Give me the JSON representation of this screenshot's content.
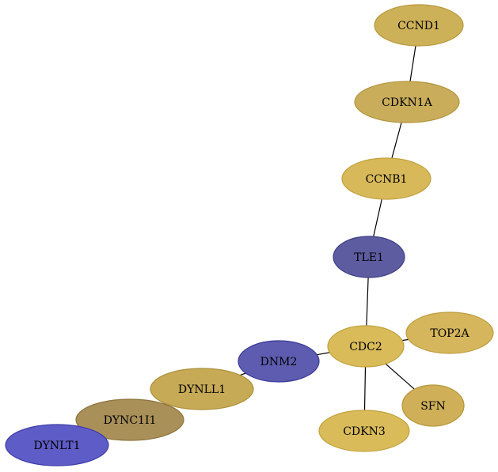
{
  "graph": {
    "nodes": [
      {
        "id": "CCND1",
        "label": "CCND1",
        "color": "#cdb158",
        "stroke": "#b7993c"
      },
      {
        "id": "CDKN1A",
        "label": "CDKN1A",
        "color": "#c9ad5a",
        "stroke": "#b29540"
      },
      {
        "id": "CCNB1",
        "label": "CCNB1",
        "color": "#d8b95a",
        "stroke": "#c1a03d"
      },
      {
        "id": "TLE1",
        "label": "TLE1",
        "color": "#5d5ca0",
        "stroke": "#3f3e86"
      },
      {
        "id": "CDC2",
        "label": "CDC2",
        "color": "#d9bb5a",
        "stroke": "#c1a23d"
      },
      {
        "id": "TOP2A",
        "label": "TOP2A",
        "color": "#d6b65c",
        "stroke": "#be9d3f"
      },
      {
        "id": "SFN",
        "label": "SFN",
        "color": "#cfb058",
        "stroke": "#b7973c"
      },
      {
        "id": "CDKN3",
        "label": "CDKN3",
        "color": "#d9bb5a",
        "stroke": "#c1a23d"
      },
      {
        "id": "DNM2",
        "label": "DNM2",
        "color": "#5d5cb0",
        "stroke": "#3b3a96"
      },
      {
        "id": "DYNLL1",
        "label": "DYNLL1",
        "color": "#c7aa56",
        "stroke": "#ad903b"
      },
      {
        "id": "DYNC1I1",
        "label": "DYNC1I1",
        "color": "#a98f58",
        "stroke": "#8c743c"
      },
      {
        "id": "DYNLT1",
        "label": "DYNLT1",
        "color": "#5e5cc6",
        "stroke": "#3e3ca9"
      }
    ],
    "edges": [
      {
        "source": "CCND1",
        "target": "CDKN1A"
      },
      {
        "source": "CDKN1A",
        "target": "CCNB1"
      },
      {
        "source": "CCNB1",
        "target": "TLE1"
      },
      {
        "source": "TLE1",
        "target": "CDC2"
      },
      {
        "source": "CDC2",
        "target": "TOP2A"
      },
      {
        "source": "CDC2",
        "target": "SFN"
      },
      {
        "source": "CDC2",
        "target": "CDKN3"
      },
      {
        "source": "CDC2",
        "target": "DNM2"
      },
      {
        "source": "DNM2",
        "target": "DYNLL1"
      },
      {
        "source": "DYNLL1",
        "target": "DYNC1I1"
      },
      {
        "source": "DYNC1I1",
        "target": "DYNLT1"
      }
    ]
  }
}
